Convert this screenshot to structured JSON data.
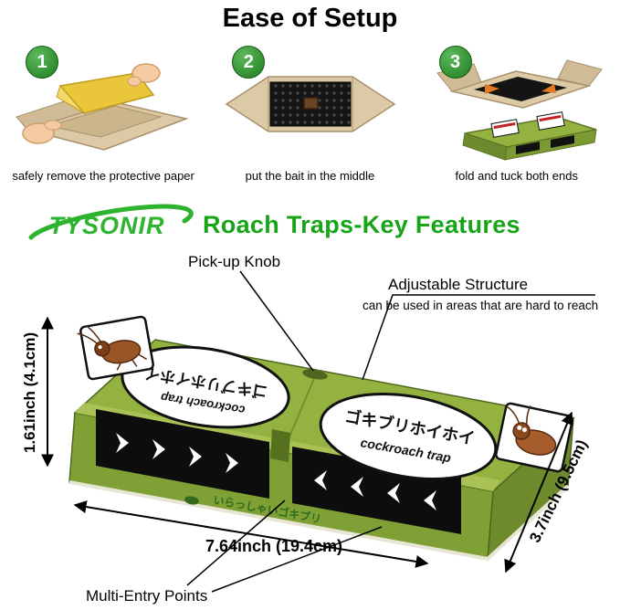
{
  "setup": {
    "title": "Ease of Setup",
    "steps": [
      {
        "number": "1",
        "caption": "safely remove the protective paper"
      },
      {
        "number": "2",
        "caption": "put the bait in the middle"
      },
      {
        "number": "3",
        "caption": "fold and tuck both ends"
      }
    ]
  },
  "features": {
    "brand": "TYSONIR",
    "heading": "Roach Traps-Key Features"
  },
  "labels": {
    "pickup_knob": "Pick-up Knob",
    "adjustable_structure": "Adjustable Structure",
    "adjustable_structure_sub": "can be used in areas that are hard to reach",
    "height": "1.61inch (4.1cm)",
    "width": "7.64inch (19.4cm)",
    "depth": "3.7inch (9.5cm)",
    "multi_entry": "Multi-Entry Points"
  },
  "trap": {
    "bubble_jp": "ゴキブリホイホイ",
    "bubble_en": "cockroach trap",
    "front_text": "いらっしゃいゴキブリ",
    "colors": {
      "top_green": "#94b240",
      "front_green": "#7fa035",
      "side_green": "#6d8a2c",
      "heading_green": "#17a517",
      "brand_green": "#2db32d",
      "cardboard_tan": "#dccaa6",
      "bait_brown": "#6b4423"
    }
  }
}
